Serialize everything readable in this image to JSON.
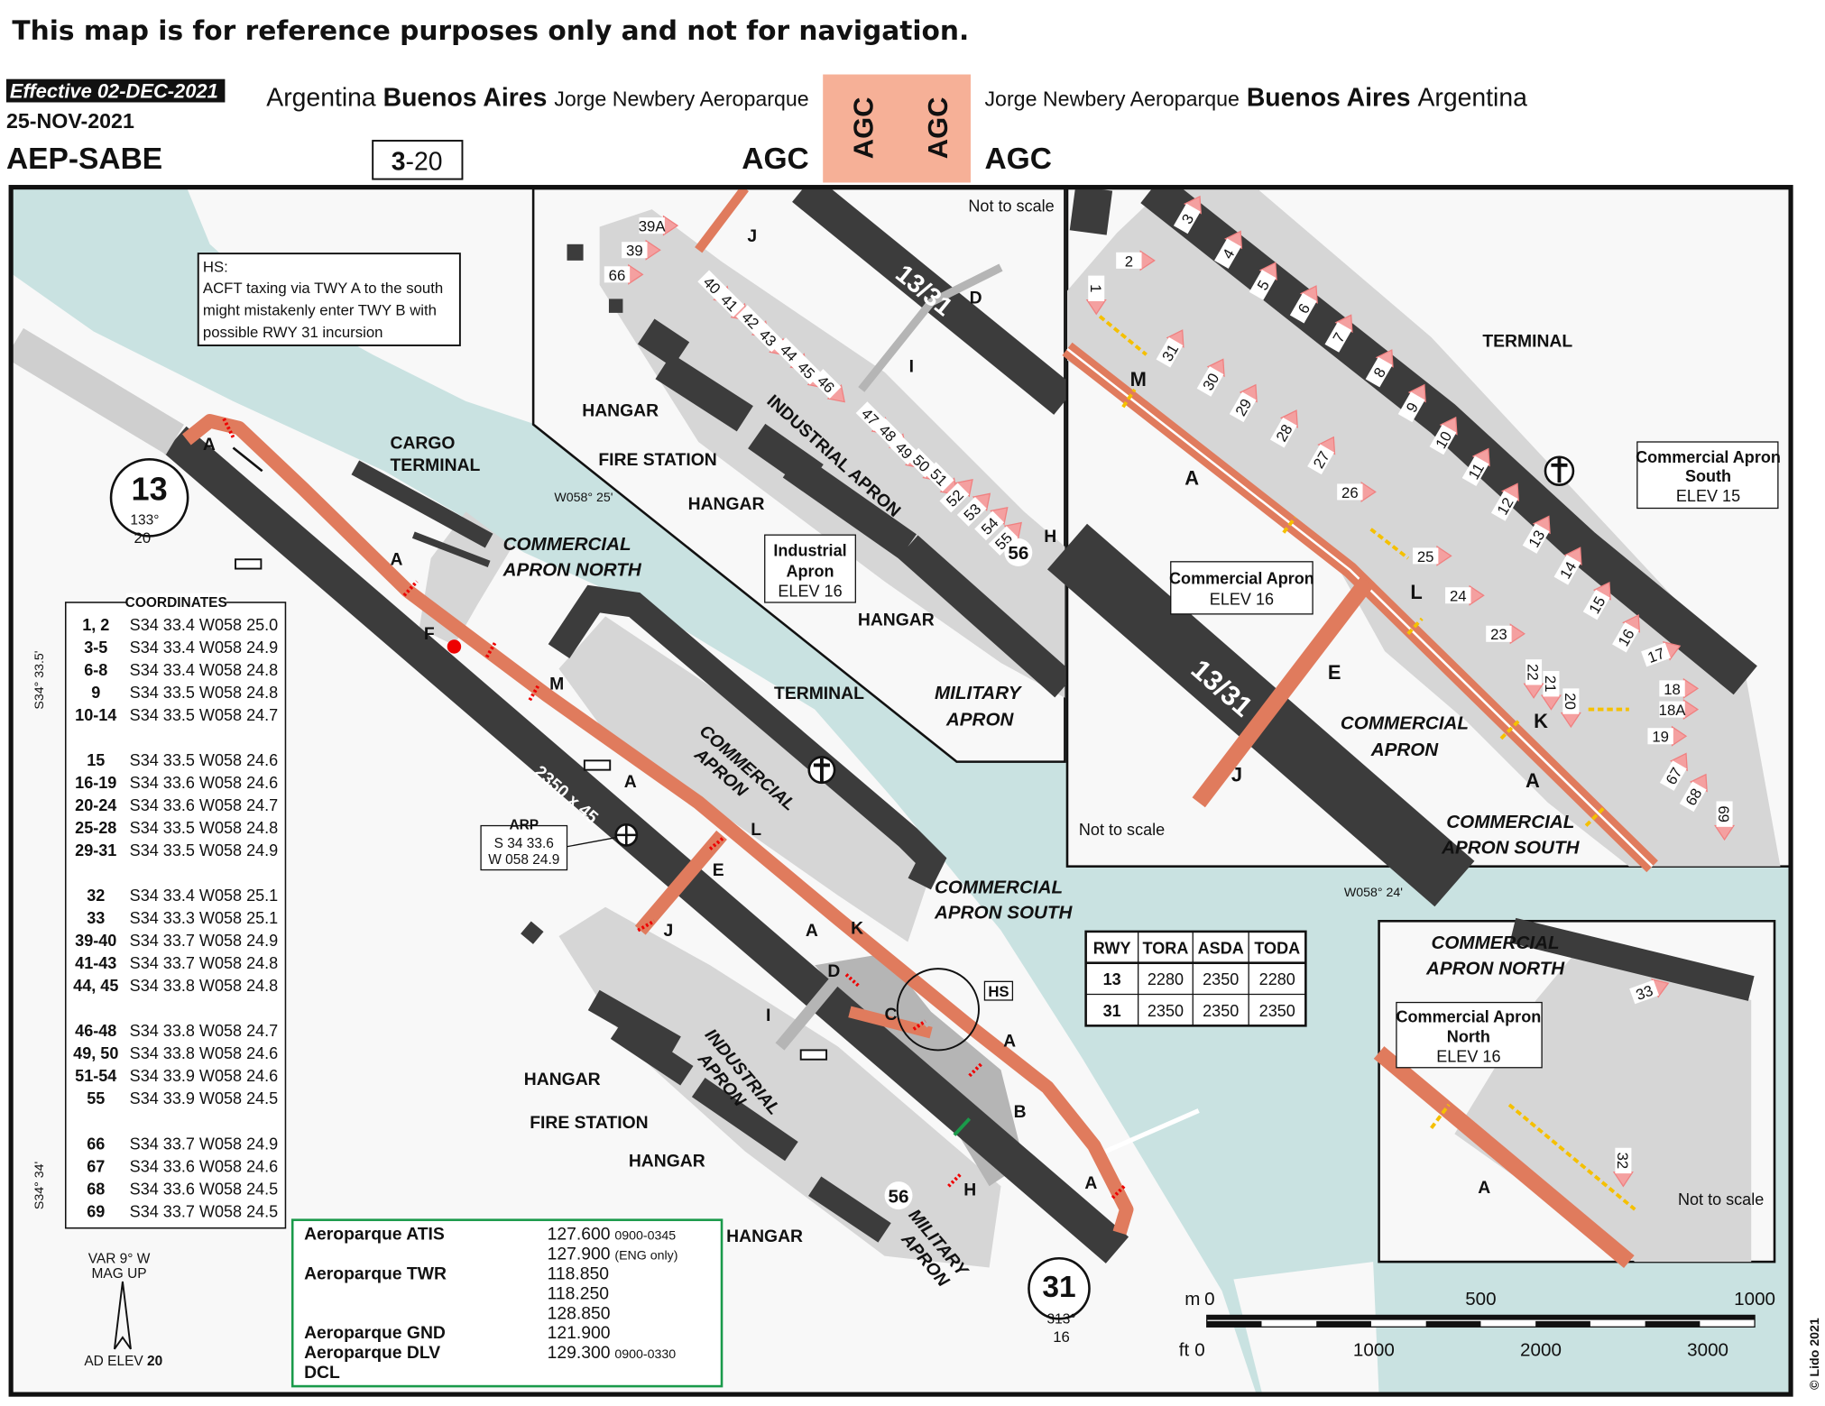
{
  "disclaimer": "This map is for reference purposes only and not for navigation.",
  "header": {
    "effective": "Effective 02-DEC-2021",
    "issue_date": "25-NOV-2021",
    "airport_code": "AEP-SABE",
    "page_number_bold": "3",
    "page_number_rest": "-20",
    "left_title": {
      "country": "Argentina",
      "city": "Buenos Aires",
      "airport": "Jorge Newbery Aeroparque"
    },
    "right_title": {
      "airport": "Jorge Newbery Aeroparque",
      "city": "Buenos Aires",
      "country": "Argentina"
    },
    "agc_tab_1": "AGC",
    "agc_tab_2": "AGC",
    "agc_left": "AGC",
    "agc_right": "AGC",
    "agc_color": "#f6b097"
  },
  "colors": {
    "water": "#c9e2e1",
    "runway": "#3c3c3c",
    "taxiway": "#e07b5d",
    "apron": "#d6d6d6",
    "frequency": "#1a9a4a",
    "stand": "#f4a0a0"
  },
  "hs_note": {
    "title": "HS:",
    "lines": [
      "ACFT taxing via TWY A to the south",
      "might mistakenly enter TWY B with",
      "possible RWY 31 incursion"
    ]
  },
  "runway": {
    "designator_13": "13",
    "bearing_13": "133°",
    "elev_13": "20",
    "designator_31": "31",
    "bearing_31": "313°",
    "elev_31": "16",
    "dimensions": "2350 x 45",
    "inset_label": "13/31"
  },
  "arp": {
    "title": "ARP",
    "lat": "S 34 33.6",
    "lon": "W 058 24.9"
  },
  "coordinates": {
    "title": "COORDINATES",
    "groups": [
      [
        [
          "1, 2",
          "S34 33.4 W058 25.0"
        ],
        [
          "3-5",
          "S34 33.4 W058 24.9"
        ],
        [
          "6-8",
          "S34 33.4 W058 24.8"
        ],
        [
          "9",
          "S34 33.5 W058 24.8"
        ],
        [
          "10-14",
          "S34 33.5 W058 24.7"
        ]
      ],
      [
        [
          "15",
          "S34 33.5 W058 24.6"
        ],
        [
          "16-19",
          "S34 33.6 W058 24.6"
        ],
        [
          "20-24",
          "S34 33.6 W058 24.7"
        ],
        [
          "25-28",
          "S34 33.5 W058 24.8"
        ],
        [
          "29-31",
          "S34 33.5 W058 24.9"
        ]
      ],
      [
        [
          "32",
          "S34 33.4 W058 25.1"
        ],
        [
          "33",
          "S34 33.3 W058 25.1"
        ],
        [
          "39-40",
          "S34 33.7 W058 24.9"
        ],
        [
          "41-43",
          "S34 33.7 W058 24.8"
        ],
        [
          "44, 45",
          "S34 33.8 W058 24.8"
        ]
      ],
      [
        [
          "46-48",
          "S34 33.8 W058 24.7"
        ],
        [
          "49, 50",
          "S34 33.8 W058 24.6"
        ],
        [
          "51-54",
          "S34 33.9 W058 24.6"
        ],
        [
          "55",
          "S34 33.9 W058 24.5"
        ]
      ],
      [
        [
          "66",
          "S34 33.7 W058 24.9"
        ],
        [
          "67",
          "S34 33.6 W058 24.6"
        ],
        [
          "68",
          "S34 33.6 W058 24.5"
        ],
        [
          "69",
          "S34 33.7 W058 24.5"
        ]
      ]
    ]
  },
  "frequencies": [
    {
      "name": "Aeroparque ATIS",
      "freqs": [
        [
          "127.600",
          "0900-0345"
        ],
        [
          "127.900",
          "(ENG only)"
        ]
      ]
    },
    {
      "name": "Aeroparque TWR",
      "freqs": [
        [
          "118.850",
          ""
        ],
        [
          "118.250",
          ""
        ],
        [
          "128.850",
          ""
        ]
      ]
    },
    {
      "name": "Aeroparque GND",
      "freqs": [
        [
          "121.900",
          ""
        ]
      ]
    },
    {
      "name": "Aeroparque DLV",
      "freqs": [
        [
          "129.300",
          "0900-0330"
        ]
      ]
    },
    {
      "name": "DCL",
      "freqs": []
    }
  ],
  "rwy_table": {
    "headers": [
      "RWY",
      "TORA",
      "ASDA",
      "TODA"
    ],
    "rows": [
      [
        "13",
        "2280",
        "2350",
        "2280"
      ],
      [
        "31",
        "2350",
        "2350",
        "2350"
      ]
    ]
  },
  "grid": {
    "lat_1": "S34° 33.5'",
    "lat_2": "S34° 34'",
    "lon_1": "W058° 25'",
    "lon_2": "W058° 24'"
  },
  "magnetic": {
    "variation": "VAR 9° W",
    "mag_up": "MAG UP",
    "ad_elev_label": "AD ELEV",
    "ad_elev": "20"
  },
  "scale": {
    "m_unit": "m",
    "m_ticks": [
      "0",
      "500",
      "1000"
    ],
    "ft_unit": "ft",
    "ft_ticks": [
      "0",
      "1000",
      "2000",
      "3000"
    ]
  },
  "copyright": "© Lido 2021",
  "main_labels": {
    "twy_a": "A",
    "twy_f": "F",
    "twy_m": "M",
    "twy_l": "L",
    "twy_e": "E",
    "twy_j": "J",
    "twy_k": "K",
    "twy_d": "D",
    "twy_c": "C",
    "twy_i": "I",
    "twy_b": "B",
    "twy_h": "H",
    "hs": "HS",
    "cargo_terminal_1": "CARGO",
    "cargo_terminal_2": "TERMINAL",
    "cap_north_1": "COMMERCIAL",
    "cap_north_2": "APRON NORTH",
    "terminal": "TERMINAL",
    "cap_1": "COMMERCIAL",
    "cap_2": "APRON",
    "cap_south_1": "COMMERCIAL",
    "cap_south_2": "APRON SOUTH",
    "hangar": "HANGAR",
    "fire_station": "FIRE STATION",
    "ind_1": "INDUSTRIAL",
    "ind_2": "APRON",
    "mil_1": "MILITARY",
    "mil_2": "APRON",
    "stand_56": "56"
  },
  "inset_industrial": {
    "not_to_scale": "Not to scale",
    "twy_j": "J",
    "twy_d": "D",
    "twy_i": "I",
    "twy_h": "H",
    "hangar": "HANGAR",
    "fire_station": "FIRE STATION",
    "apron_label": "INDUSTRIAL APRON",
    "box": [
      "Industrial",
      "Apron",
      "ELEV 16"
    ],
    "mil_1": "MILITARY",
    "mil_2": "APRON",
    "stand_56": "56",
    "stands": [
      "39A",
      "39",
      "66",
      "40",
      "41",
      "42",
      "43",
      "44",
      "45",
      "46",
      "47",
      "48",
      "49",
      "50",
      "51",
      "52",
      "53",
      "54",
      "55"
    ]
  },
  "inset_commercial": {
    "terminal": "TERMINAL",
    "twy_m": "M",
    "twy_a": "A",
    "twy_e": "E",
    "twy_l": "L",
    "twy_j": "J",
    "twy_k": "K",
    "twy_a2": "A",
    "box": [
      "Commercial Apron",
      "ELEV 16"
    ],
    "box_south": [
      "Commercial Apron",
      "South",
      "ELEV 15"
    ],
    "cap_1": "COMMERCIAL",
    "cap_2": "APRON",
    "cas_1": "COMMERCIAL",
    "cas_2": "APRON SOUTH",
    "not_to_scale": "Not to scale",
    "stands": [
      "1",
      "2",
      "3",
      "4",
      "5",
      "6",
      "7",
      "8",
      "9",
      "10",
      "11",
      "12",
      "13",
      "14",
      "15",
      "16",
      "17",
      "18",
      "18A",
      "19",
      "20",
      "21",
      "22",
      "23",
      "24",
      "25",
      "26",
      "27",
      "28",
      "29",
      "30",
      "31",
      "67",
      "68",
      "69"
    ]
  },
  "inset_north": {
    "title_1": "COMMERCIAL",
    "title_2": "APRON NORTH",
    "box": [
      "Commercial Apron",
      "North",
      "ELEV 16"
    ],
    "twy_a": "A",
    "not_to_scale": "Not to scale",
    "stands": [
      "33",
      "32"
    ]
  }
}
